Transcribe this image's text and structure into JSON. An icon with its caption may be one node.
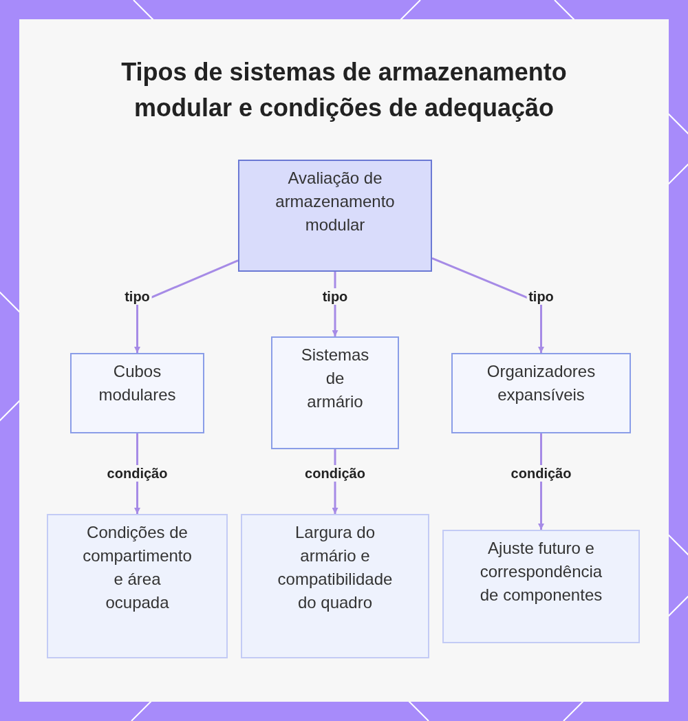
{
  "diagram": {
    "title": "Tipos de sistemas de armazenamento modular e condições de adequação",
    "nodes": [
      {
        "text": [
          "Avaliação de armazenamento modular"
        ]
      },
      {
        "text": [
          "Cubos modulares"
        ]
      },
      {
        "text": [
          "Sistemas de armário"
        ]
      },
      {
        "text": [
          "Organizadores expansíveis"
        ]
      },
      {
        "text": [
          "Condições de compartimento e área ocupada"
        ]
      },
      {
        "text": [
          "Largura do armário e compatibilidade do quadro"
        ]
      },
      {
        "text": [
          "Ajuste futuro e correspondência de componentes"
        ]
      }
    ],
    "edges": [
      {
        "from": 0,
        "to": 1,
        "arrow": "to",
        "label": "tipo"
      },
      {
        "from": 0,
        "to": 2,
        "arrow": "to",
        "label": "tipo"
      },
      {
        "from": 0,
        "to": 3,
        "arrow": "to",
        "label": "tipo"
      },
      {
        "from": 1,
        "to": 4,
        "arrow": "to",
        "label": "condição"
      },
      {
        "from": 2,
        "to": 5,
        "arrow": "to",
        "label": "condição"
      },
      {
        "from": 3,
        "to": 6,
        "arrow": "to",
        "label": "condição"
      }
    ]
  }
}
